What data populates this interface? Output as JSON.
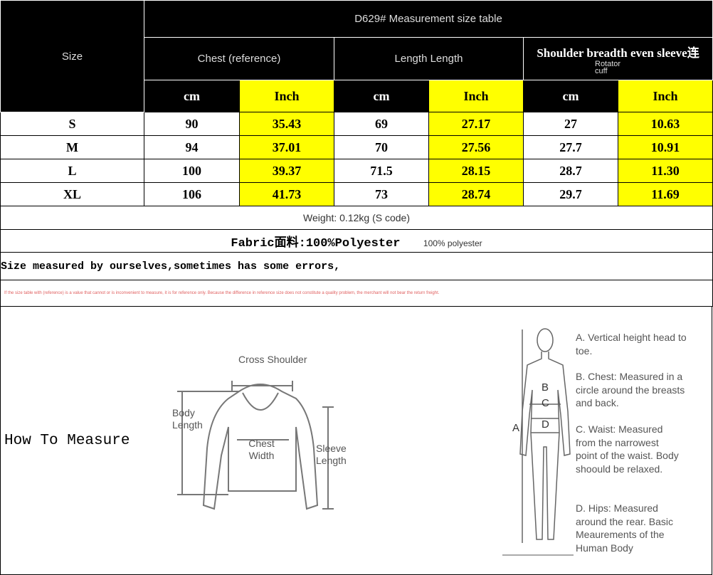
{
  "table": {
    "title": "D629# Measurement size table",
    "size_header": "Size",
    "groups": [
      {
        "label": "Chest (reference)"
      },
      {
        "label": "Length Length"
      },
      {
        "label": "Shoulder breadth even sleeve连",
        "sub": "Rotator cuff"
      }
    ],
    "units": [
      "cm",
      "Inch",
      "cm",
      "Inch",
      "cm",
      "Inch"
    ],
    "rows": [
      {
        "size": "S",
        "values": [
          "90",
          "35.43",
          "69",
          "27.17",
          "27",
          "10.63"
        ]
      },
      {
        "size": "M",
        "values": [
          "94",
          "37.01",
          "70",
          "27.56",
          "27.7",
          "10.91"
        ]
      },
      {
        "size": "L",
        "values": [
          "100",
          "39.37",
          "71.5",
          "28.15",
          "28.7",
          "11.30"
        ]
      },
      {
        "size": "XL",
        "values": [
          "106",
          "41.73",
          "73",
          "28.74",
          "29.7",
          "11.69"
        ]
      }
    ],
    "weight": "Weight: 0.12kg (S code)",
    "fabric": "Fabric面料:100%Polyester",
    "fabric_en": "100% polyester",
    "note": "Size measured by ourselves,sometimes has some errors,",
    "disclaimer": "If the size table with (reference) is a value that cannot or is inconvenient to measure, it is for reference only. Because the difference in reference size does not constitute a quality problem, the merchant will not bear the return freight."
  },
  "how_to_measure": {
    "title": "How To Measure",
    "sweater_labels": {
      "cross_shoulder": "Cross Shoulder",
      "body_length": "Body Length",
      "chest_width": "Chest Width",
      "sleeve_length": "Sleeve Length"
    },
    "body_markers": [
      "A",
      "B",
      "C",
      "D"
    ],
    "body_notes": [
      "A. Vertical height head to toe.",
      "B. Chest: Measured in a circle around the breasts and back.",
      "C. Waist: Measured from the narrowest point of the waist. Body shoould be relaxed.",
      "D. Hips: Measured around the rear. Basic Meaurements of the Human Body"
    ],
    "colors": {
      "highlight": "#ffff00",
      "header": "#000000",
      "disclaimer": "#e06060"
    }
  }
}
